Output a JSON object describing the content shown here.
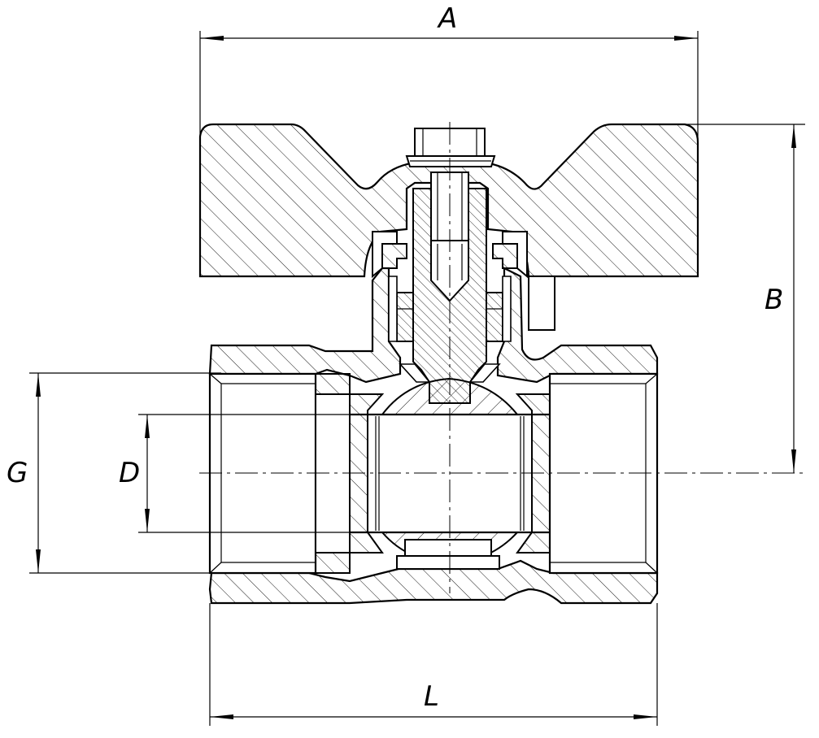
{
  "drawing": {
    "title": "",
    "dimension_labels": {
      "A": "A",
      "B": "B",
      "G": "G",
      "D": "D",
      "L": "L"
    },
    "line_color": "#000000",
    "background_color": "#ffffff"
  }
}
